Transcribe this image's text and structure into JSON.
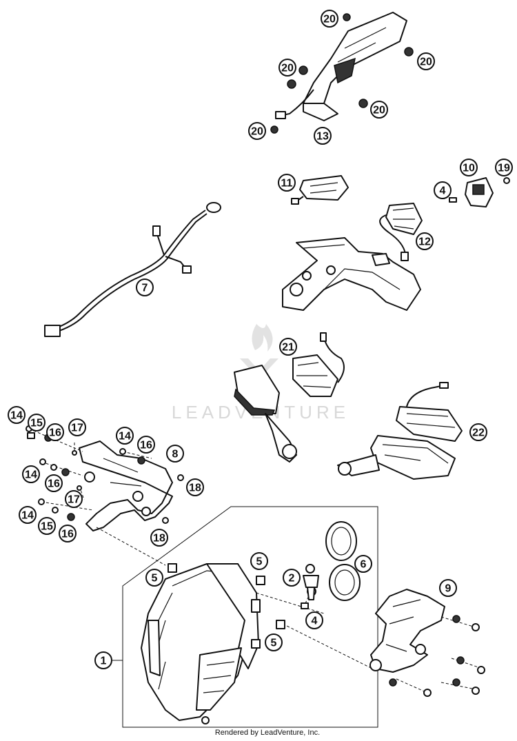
{
  "watermark": "LEADVENTURE",
  "footer": "Rendered by LeadVenture, Inc.",
  "callouts": [
    "20",
    "20",
    "20",
    "20",
    "20",
    "13",
    "11",
    "10",
    "19",
    "4",
    "12",
    "7",
    "21",
    "22",
    "14",
    "15",
    "16",
    "17",
    "14",
    "16",
    "8",
    "14",
    "16",
    "18",
    "17",
    "14",
    "15",
    "16",
    "18",
    "5",
    "5",
    "5",
    "1",
    "2",
    "4",
    "6",
    "9"
  ],
  "colors": {
    "line": "#111111",
    "background": "#ffffff",
    "watermark": "#d8d8d8"
  }
}
